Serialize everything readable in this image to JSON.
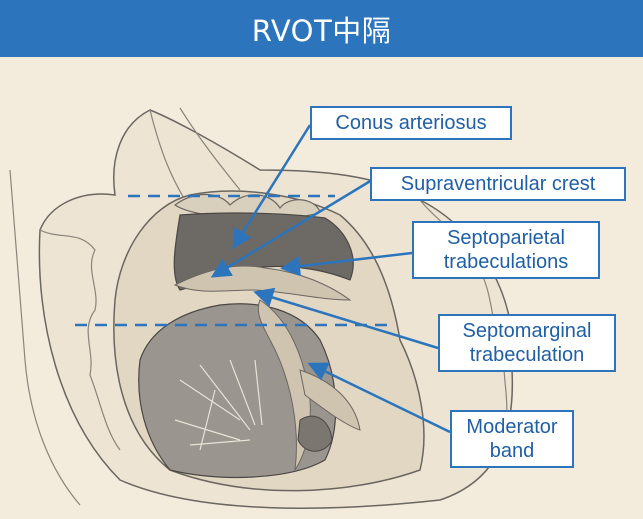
{
  "title": "RVOT中隔",
  "colors": {
    "header_bg": "#2c75bd",
    "accent": "#2c75bd",
    "label_text": "#1f5fa6",
    "background": "#f3ecdd"
  },
  "labels": {
    "conus_arteriosus": "Conus arteriosus",
    "supraventricular_crest": "Supraventricular crest",
    "septoparietal_trabeculations": "Septoparietal\ntrabeculations",
    "septomarginal_trabeculation": "Septomarginal\ntrabeculation",
    "moderator_band": "Moderator\nband"
  }
}
